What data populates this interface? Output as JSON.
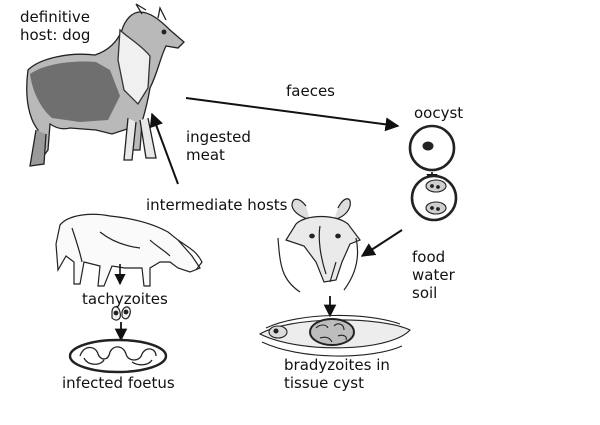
{
  "labels": {
    "definitive_host": [
      "definitive",
      "host: dog"
    ],
    "faeces": "faeces",
    "ingested_meat": [
      "ingested",
      "meat"
    ],
    "oocyst": "oocyst",
    "intermediate_hosts": "intermediate hosts",
    "food_water_soil": [
      "food",
      "water",
      "soil"
    ],
    "tachyzoites": "tachyzoites",
    "infected_foetus": "infected foetus",
    "bradyzoites": [
      "bradyzoites in",
      "tissue cyst"
    ]
  },
  "colors": {
    "ink": "#111111",
    "shade": "#8a8a8a",
    "light": "#d0d0d0"
  }
}
